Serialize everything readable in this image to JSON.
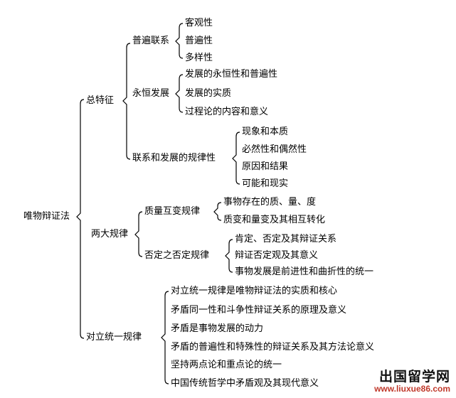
{
  "diagram": {
    "root": "唯物辩证法",
    "children": [
      {
        "label": "总特征",
        "children": [
          {
            "label": "普遍联系",
            "children": [
              "客观性",
              "普遍性",
              "多样性"
            ]
          },
          {
            "label": "永恒发展",
            "children": [
              "发展的永恒性和普遍性",
              "发展的实质",
              "过程论的内容和意义"
            ]
          },
          {
            "label": "联系和发展的规律性",
            "children": [
              "现象和本质",
              "必然性和偶然性",
              "原因和结果",
              "可能和现实"
            ]
          }
        ]
      },
      {
        "label": "两大规律",
        "children": [
          {
            "label": "质量互变规律",
            "children": [
              "事物存在的质、量、度",
              "质变和量变及其相互转化"
            ]
          },
          {
            "label": "否定之否定规律",
            "children": [
              "肯定、否定及其辩证关系",
              "辩证否定观及其意义",
              "事物发展是前进性和曲折性的统一"
            ]
          }
        ]
      },
      {
        "label": "对立统一规律",
        "children": [
          "对立统一规律是唯物辩证法的实质和核心",
          "矛盾同一性和斗争性辩证关系的原理及意义",
          "矛盾是事物发展的动力",
          "矛盾的普遍性和特殊性的辩证关系及其方法论意义",
          "坚持两点论和重点论的统一",
          "中国传统哲学中矛盾观及其现代意义"
        ]
      }
    ]
  },
  "watermark": {
    "text": "出国留学网",
    "url": "www.liuxue86.com"
  }
}
